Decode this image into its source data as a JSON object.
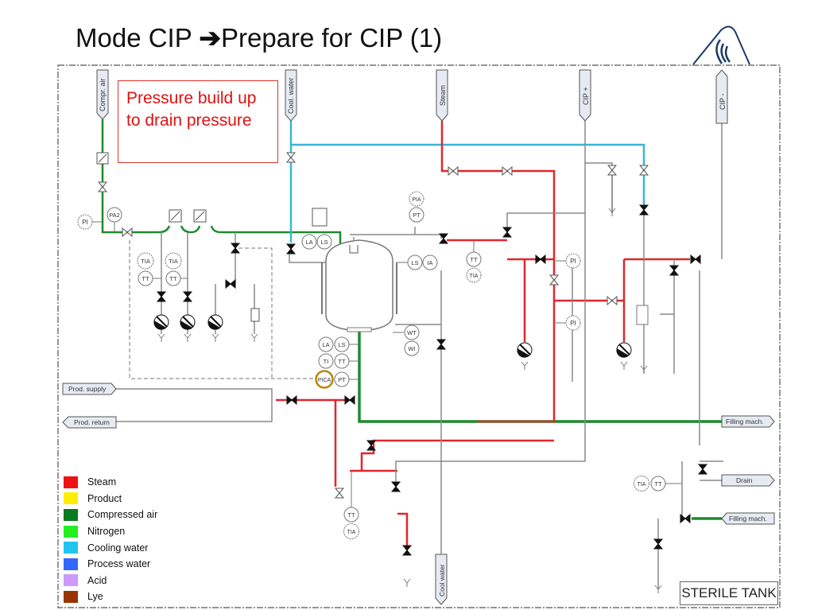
{
  "slide": {
    "title_prefix": "Mode CIP ",
    "title_arrow": "➔",
    "title_suffix": "Prepare for CIP (1)"
  },
  "note": {
    "line1": "Pressure build up",
    "line2": "to drain pressure"
  },
  "connectors": {
    "compr_air": "Compr. air",
    "cool_water_top": "Cool. water",
    "steam": "Steam",
    "cip_plus": "CIP +",
    "cip_minus": "CIP -",
    "prod_supply": "Prod. supply",
    "prod_return": "Prod. return",
    "filling_mach_1": "Filling mach.",
    "filling_mach_2": "Filling mach.",
    "drain": "Drain",
    "cool_water_bottom": "Cool water"
  },
  "instruments": {
    "pi_left": "PI",
    "pa2": "PA2",
    "tia_1": "TIA",
    "tt_1": "TT",
    "tia_2": "TIA",
    "tt_2": "TT",
    "la_top": "LA",
    "ls_top": "LS",
    "pia": "PIA",
    "pt_top": "PT",
    "ls_right": "LS",
    "ia_right": "IA",
    "tt_steam": "TT",
    "tia_steam": "TIA",
    "pi_steam": "PI",
    "pi_mid": "PI",
    "wt": "WT",
    "wi": "WI",
    "la_bottom": "LA",
    "ls_bottom": "LS",
    "ti_bottom": "TI",
    "tt_bottom": "TT",
    "pica": "PICA",
    "pt_bottom": "PT",
    "tt_lower": "TT",
    "tia_lower": "TIA",
    "tia_drain": "TIA",
    "tt_drain": "TT"
  },
  "legend": {
    "items": [
      {
        "label": "Steam",
        "color": "#ee1111"
      },
      {
        "label": "Product",
        "color": "#ffee00"
      },
      {
        "label": "Compressed air",
        "color": "#0a7a1e"
      },
      {
        "label": "Nitrogen",
        "color": "#22ee22"
      },
      {
        "label": "Cooling water",
        "color": "#22c4ee"
      },
      {
        "label": "Process water",
        "color": "#3366ff"
      },
      {
        "label": "Acid",
        "color": "#cc99ff"
      },
      {
        "label": "Lye",
        "color": "#993300"
      }
    ]
  },
  "title_block": "STERILE TANK",
  "colors": {
    "steam": "#e0262e",
    "compressed_air": "#1e8a2e",
    "cooling_water": "#39b7d6",
    "pipe": "#8a8a8a",
    "highlight": "#b8860b"
  }
}
